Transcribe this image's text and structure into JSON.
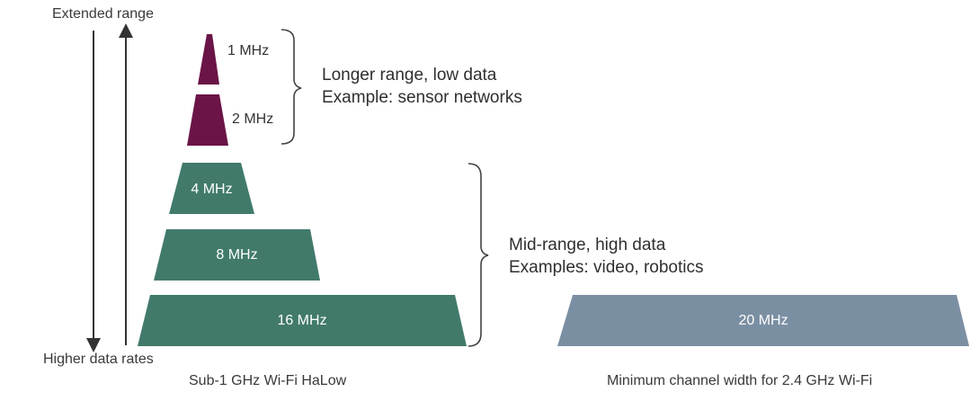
{
  "axis": {
    "top_label": "Extended range",
    "bottom_label": "Higher data rates"
  },
  "halow": {
    "caption": "Sub-1 GHz Wi-Fi HaLow",
    "bars": [
      {
        "label": "1 MHz",
        "color": "#6b1447"
      },
      {
        "label": "2 MHz",
        "color": "#6b1447"
      },
      {
        "label": "4 MHz",
        "color": "#417a6b"
      },
      {
        "label": "8 MHz",
        "color": "#417a6b"
      },
      {
        "label": "16 MHz",
        "color": "#417a6b"
      }
    ]
  },
  "groups": [
    {
      "line1": "Longer range, low data",
      "line2": "Example: sensor networks"
    },
    {
      "line1": "Mid-range, high data",
      "line2": "Examples: video, robotics"
    }
  ],
  "wifi": {
    "caption": "Minimum channel width for 2.4 GHz Wi-Fi",
    "bar": {
      "label": "20 MHz",
      "color": "#7b8fa3"
    }
  },
  "colors": {
    "arrow": "#333333",
    "brace": "#444444"
  }
}
